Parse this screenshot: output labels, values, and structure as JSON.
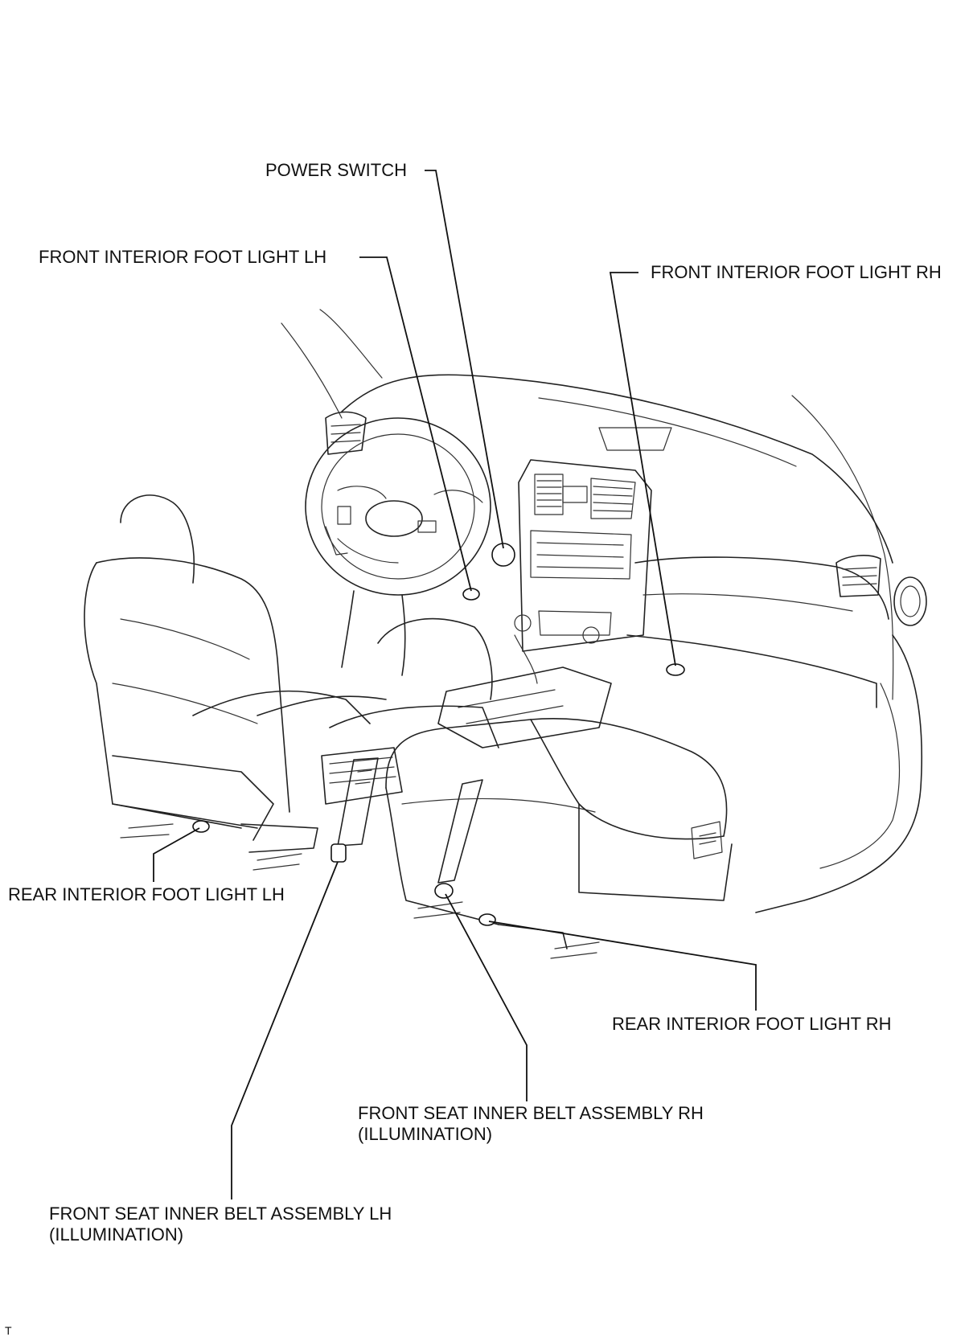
{
  "labels": {
    "power_switch": "POWER SWITCH",
    "front_foot_light_lh": "FRONT INTERIOR FOOT LIGHT LH",
    "front_foot_light_rh": "FRONT INTERIOR FOOT LIGHT RH",
    "rear_foot_light_lh": "REAR INTERIOR FOOT LIGHT LH",
    "rear_foot_light_rh": "REAR INTERIOR FOOT LIGHT RH",
    "belt_rh_line1": "FRONT SEAT INNER BELT ASSEMBLY RH",
    "belt_rh_line2": "(ILLUMINATION)",
    "belt_lh_line1": "FRONT SEAT INNER BELT ASSEMBLY LH",
    "belt_lh_line2": "(ILLUMINATION)",
    "corner_mark": "T"
  }
}
